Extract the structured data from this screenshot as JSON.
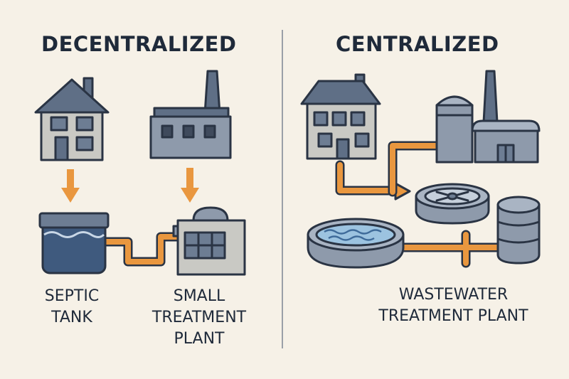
{
  "left": {
    "heading": "DECENTRALIZED",
    "labels": {
      "septic_tank": [
        "SEPTIC",
        "TANK"
      ],
      "small_plant": [
        "SMALL",
        "TREATMENT",
        "PLANT"
      ]
    }
  },
  "right": {
    "heading": "CENTRALIZED",
    "labels": {
      "wastewater_plant": [
        "WASTEWATER",
        "TREATMENT PLANT"
      ]
    }
  },
  "colors": {
    "background": "#f6f1e7",
    "outline": "#2a3444",
    "roof": "#5f6f86",
    "wall": "#c9c9c4",
    "steel": "#8e9aab",
    "steel_light": "#a9b4c3",
    "water": "#9cc3e0",
    "pipe": "#e9973f"
  }
}
